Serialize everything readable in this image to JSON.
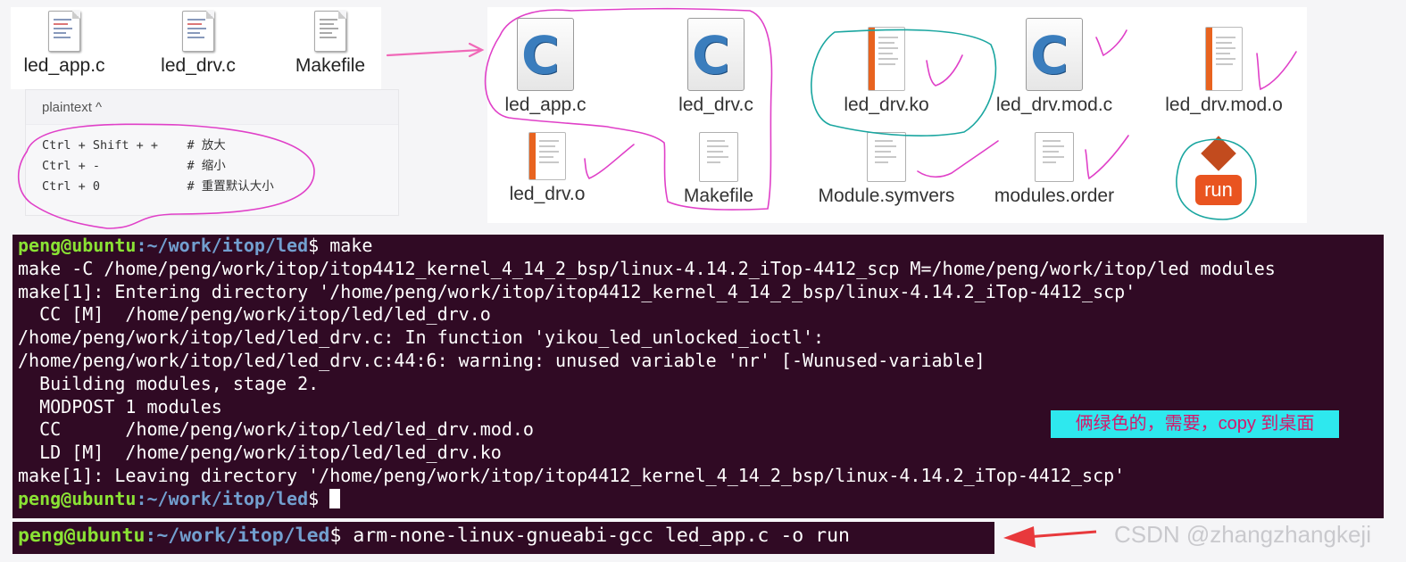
{
  "files_small": [
    {
      "name": "led_app.c"
    },
    {
      "name": "led_drv.c"
    },
    {
      "name": "Makefile"
    }
  ],
  "code_block": {
    "lang_label": "plaintext ^",
    "lines": [
      "Ctrl + Shift + +    # 放大",
      "Ctrl + -            # 缩小",
      "Ctrl + 0            # 重置默认大小"
    ]
  },
  "files_big": [
    {
      "name": "led_app.c",
      "icon": "c-source-icon"
    },
    {
      "name": "led_drv.c",
      "icon": "c-source-icon"
    },
    {
      "name": "led_drv.ko",
      "icon": "object-file-icon"
    },
    {
      "name": "led_drv.mod.c",
      "icon": "c-source-icon"
    },
    {
      "name": "led_drv.mod.o",
      "icon": "object-file-icon"
    },
    {
      "name": "led_drv.o",
      "icon": "object-file-icon"
    },
    {
      "name": "Makefile",
      "icon": "text-file-icon"
    },
    {
      "name": "Module.symvers",
      "icon": "text-file-icon"
    },
    {
      "name": "modules.order",
      "icon": "text-file-icon"
    },
    {
      "name": "run",
      "icon": "executable-icon"
    }
  ],
  "terminal": {
    "prompt_user": "peng@ubuntu",
    "prompt_path": ":~/work/itop/led",
    "prompt_symbol": "$ ",
    "command": "make",
    "output": [
      "make -C /home/peng/work/itop/itop4412_kernel_4_14_2_bsp/linux-4.14.2_iTop-4412_scp M=/home/peng/work/itop/led modules",
      "make[1]: Entering directory '/home/peng/work/itop/itop4412_kernel_4_14_2_bsp/linux-4.14.2_iTop-4412_scp'",
      "  CC [M]  /home/peng/work/itop/led/led_drv.o",
      "/home/peng/work/itop/led/led_drv.c: In function 'yikou_led_unlocked_ioctl':",
      "/home/peng/work/itop/led/led_drv.c:44:6: warning: unused variable 'nr' [-Wunused-variable]",
      "  Building modules, stage 2.",
      "  MODPOST 1 modules",
      "  CC      /home/peng/work/itop/led/led_drv.mod.o",
      "  LD [M]  /home/peng/work/itop/led/led_drv.ko",
      "make[1]: Leaving directory '/home/peng/work/itop/itop4412_kernel_4_14_2_bsp/linux-4.14.2_iTop-4412_scp'"
    ]
  },
  "terminal2": {
    "prompt_user": "peng@ubuntu",
    "prompt_path": ":~/work/itop/led",
    "prompt_symbol": "$ ",
    "command": "arm-none-linux-gnueabi-gcc led_app.c -o run"
  },
  "note": "俩绿色的，需要，copy 到桌面",
  "watermark": "CSDN @zhangzhangkeji",
  "colors": {
    "terminal_bg": "#300a24",
    "prompt_user": "#8ae234",
    "prompt_path": "#729fcf",
    "annotation_magenta": "#e040c8",
    "annotation_teal": "#1aa6a0",
    "arrow_red": "#e8393c"
  }
}
